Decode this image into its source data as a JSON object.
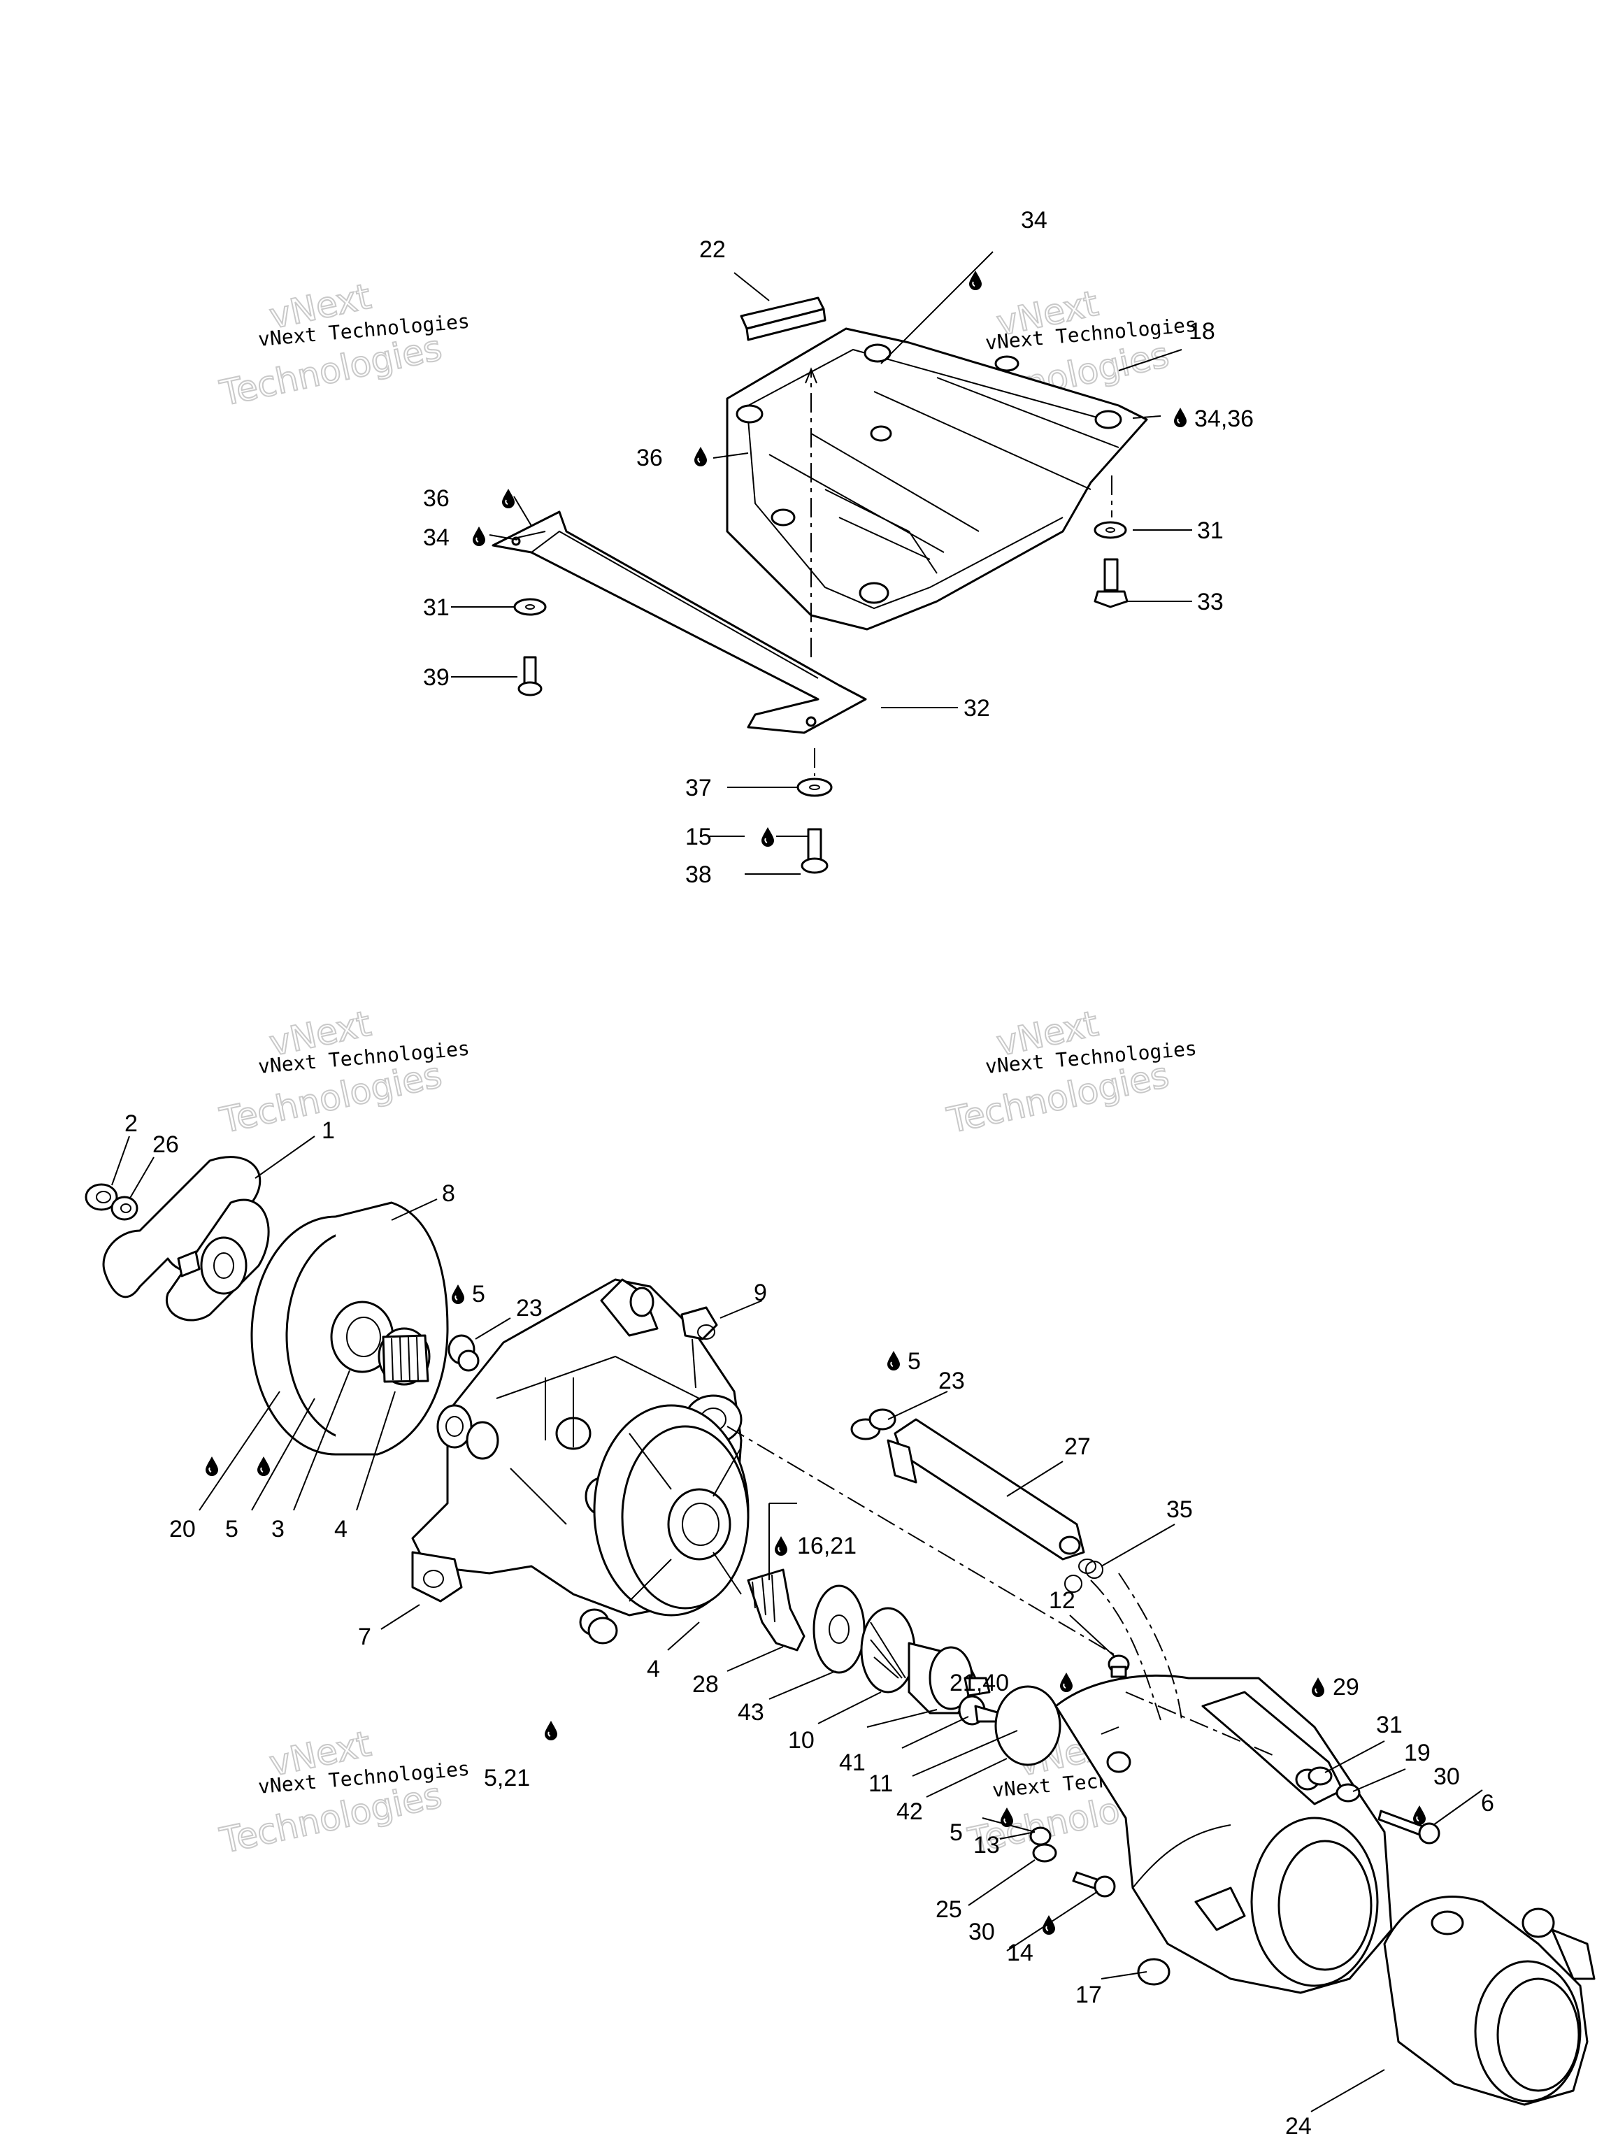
{
  "watermark": {
    "line1": "vNext Technologies",
    "line2a": "vNext",
    "line2b": "Technologies"
  },
  "labels": {
    "l22": "22",
    "l34a": "34",
    "l18": "18",
    "l34_36": "34,36",
    "l36a": "36",
    "l36b": "36",
    "l34b": "34",
    "l31a": "31",
    "l31b": "31",
    "l33": "33",
    "l39": "39",
    "l32": "32",
    "l37": "37",
    "l15": "15",
    "l38": "38",
    "l2": "2",
    "l26": "26",
    "l1": "1",
    "l8": "8",
    "l5a": "5",
    "l23a": "23",
    "l9": "9",
    "l5b": "5",
    "l23b": "23",
    "l27": "27",
    "l35": "35",
    "l16_21": "16,21",
    "l20": "20",
    "l5c": "5",
    "l3": "3",
    "l4a": "4",
    "l7": "7",
    "l4b": "4",
    "l28": "28",
    "l43": "43",
    "l10": "10",
    "l21_40": "21,40",
    "l12": "12",
    "l29": "29",
    "l41": "41",
    "l11": "11",
    "l42": "42",
    "l5d": "5",
    "l13": "13",
    "l31c": "31",
    "l19": "19",
    "l30a": "30",
    "l6": "6",
    "l25": "25",
    "l30b": "30",
    "l14": "14",
    "l17": "17",
    "l24": "24",
    "l5_21": "5,21"
  }
}
